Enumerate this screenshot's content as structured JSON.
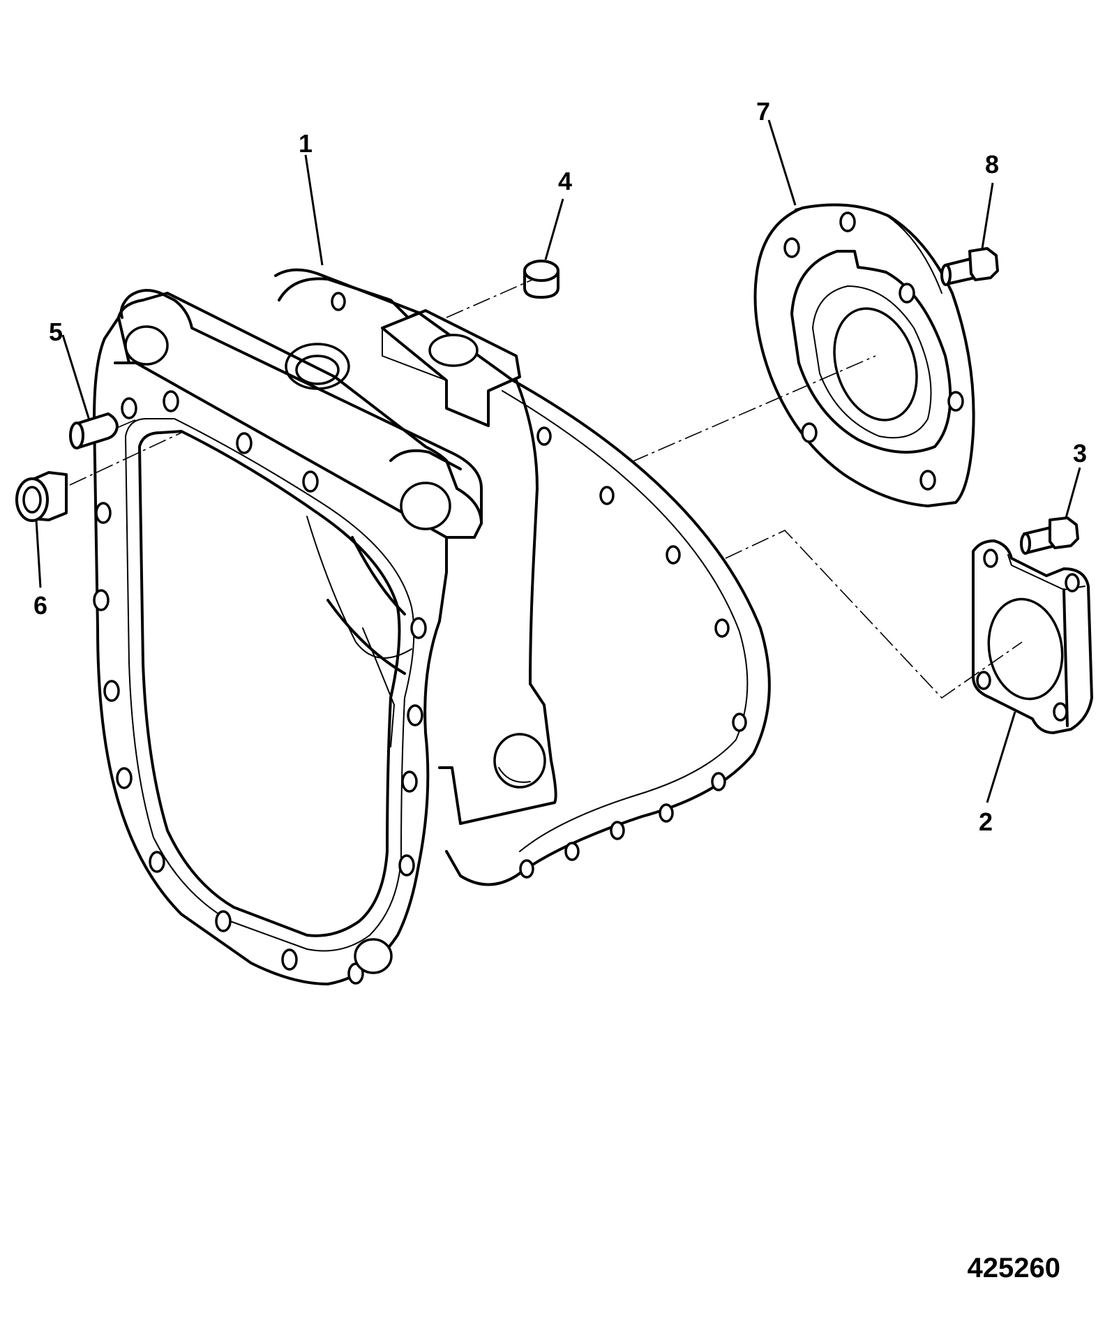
{
  "diagram": {
    "callouts": [
      {
        "id": "1",
        "label": "1"
      },
      {
        "id": "2",
        "label": "2"
      },
      {
        "id": "3",
        "label": "3"
      },
      {
        "id": "4",
        "label": "4"
      },
      {
        "id": "5",
        "label": "5"
      },
      {
        "id": "6",
        "label": "6"
      },
      {
        "id": "7",
        "label": "7"
      },
      {
        "id": "8",
        "label": "8"
      }
    ],
    "reference_number": "425260"
  }
}
